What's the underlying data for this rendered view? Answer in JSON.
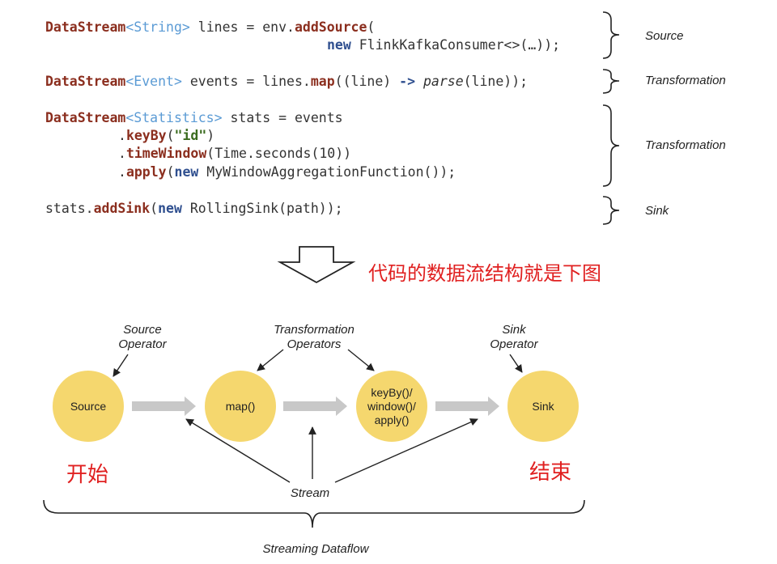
{
  "code": {
    "line1a": {
      "cls": "DataStream",
      "gen_open": "<",
      "gen": "String",
      "gen_close": ">",
      "rest1": " lines = env.",
      "fn": "addSource",
      "rest2": "("
    },
    "line1b": {
      "kw": "new",
      "rest": " FlinkKafkaConsumer<>(…));"
    },
    "line2": {
      "cls": "DataStream",
      "gen_open": "<",
      "gen": "Event",
      "gen_close": ">",
      "rest1": " events = lines.",
      "fn": "map",
      "rest2": "((line) ",
      "arrow": "->",
      "sp": " ",
      "it": "parse",
      "rest3": "(line));"
    },
    "line3a": {
      "cls": "DataStream",
      "gen_open": "<",
      "gen": "Statistics",
      "gen_close": ">",
      "rest": " stats = events"
    },
    "line3b": {
      "dot": ".",
      "fn": "keyBy",
      "p1": "(",
      "str": "\"id\"",
      "p2": ")"
    },
    "line3c": {
      "dot": ".",
      "fn": "timeWindow",
      "rest": "(Time.seconds(10))"
    },
    "line3d": {
      "dot": ".",
      "fn": "apply",
      "p1": "(",
      "kw": "new",
      "rest": " MyWindowAggregationFunction());"
    },
    "line4": {
      "pre": "stats.",
      "fn": "addSink",
      "p1": "(",
      "kw": "new",
      "rest": " RollingSink(path));"
    }
  },
  "brace_labels": {
    "source": "Source",
    "transformation1": "Transformation",
    "transformation2": "Transformation",
    "sink": "Sink"
  },
  "caption_cn": "代码的数据流结构就是下图",
  "start_cn": "开始",
  "end_cn": "结束",
  "operator_labels": {
    "source_op": [
      "Source",
      "Operator"
    ],
    "transformation_ops": [
      "Transformation",
      "Operators"
    ],
    "sink_op": [
      "Sink",
      "Operator"
    ]
  },
  "nodes": {
    "source": "Source",
    "map": "map()",
    "keyby": [
      "keyBy()/",
      "window()/",
      "apply()"
    ],
    "sink": "Sink"
  },
  "stream_label": "Stream",
  "dataflow_label": "Streaming Dataflow",
  "colors": {
    "node_fill": "#f5d76e",
    "arrow_gray": "#c8c8c8",
    "red": "#e02020"
  }
}
